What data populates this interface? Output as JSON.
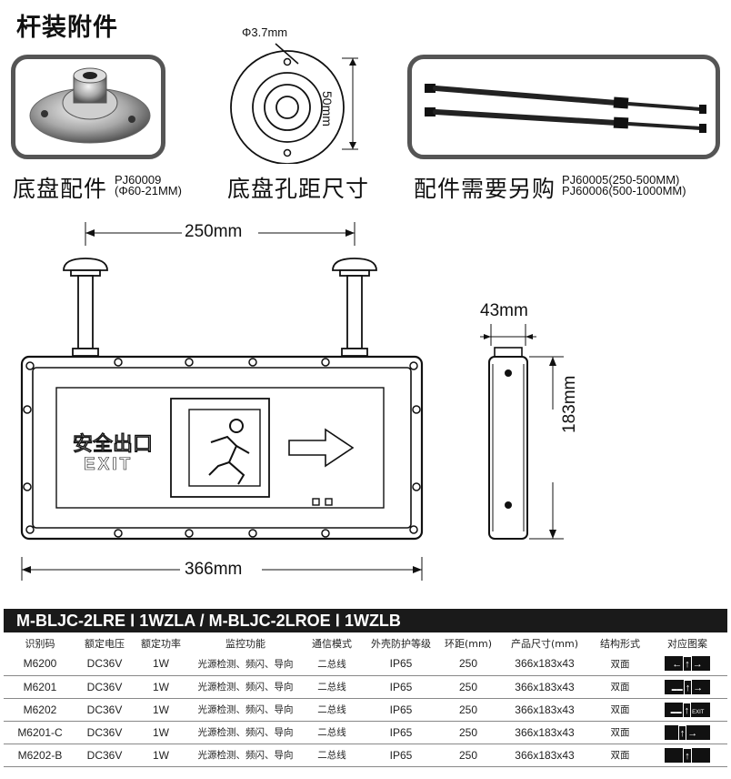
{
  "title": "杆装附件",
  "accessories": [
    {
      "caption": "底盘配件",
      "code_line1": "PJ60009",
      "code_line2": "(Φ60-21MM)"
    },
    {
      "caption": "底盘孔距尺寸",
      "hole_label": "Φ3.7mm",
      "distance_label": "50mm"
    },
    {
      "caption": "配件需要另购",
      "code_line1": "PJ60005(250-500MM)",
      "code_line2": "PJ60006(500-1000MM)"
    }
  ],
  "drawing": {
    "pitch_label": "250mm",
    "width_label": "366mm",
    "depth_label": "43mm",
    "height_label": "183mm",
    "sign_text_cn": "安全出口",
    "sign_text_en": "EXIT"
  },
  "model_title": "M-BLJC-2LRE Ⅰ 1WZLA / M-BLJC-2LROE Ⅰ 1WZLB",
  "table": {
    "headers": [
      "识别码",
      "额定电压",
      "额定功率",
      "监控功能",
      "通信模式",
      "外壳防护等级",
      "环距(mm)",
      "产品尺寸(mm)",
      "结构形式",
      "对应图案"
    ],
    "rows": [
      {
        "code": "M6200",
        "voltage": "DC36V",
        "power": "1W",
        "monitor": "光源检测、频闪、导向",
        "comm": "二总线",
        "ip": "IP65",
        "pitch": "250",
        "size": "366x183x43",
        "structure": "双面",
        "pattern_left": "←",
        "pattern_right": "→",
        "pattern_icon": "↑"
      },
      {
        "code": "M6201",
        "voltage": "DC36V",
        "power": "1W",
        "monitor": "光源检测、频闪、导向",
        "comm": "二总线",
        "ip": "IP65",
        "pitch": "250",
        "size": "366x183x43",
        "structure": "双面",
        "pattern_left": "",
        "pattern_right": "→",
        "pattern_icon": "↑"
      },
      {
        "code": "M6202",
        "voltage": "DC36V",
        "power": "1W",
        "monitor": "光源检测、频闪、导向",
        "comm": "二总线",
        "ip": "IP65",
        "pitch": "250",
        "size": "366x183x43",
        "structure": "双面",
        "pattern_left": "",
        "pattern_right": "EXIT",
        "pattern_icon": "↑"
      },
      {
        "code": "M6201-C",
        "voltage": "DC36V",
        "power": "1W",
        "monitor": "光源检测、频闪、导向",
        "comm": "二总线",
        "ip": "IP65",
        "pitch": "250",
        "size": "366x183x43",
        "structure": "双面",
        "pattern_left": "",
        "pattern_right": "→",
        "pattern_icon": "↑"
      },
      {
        "code": "M6202-B",
        "voltage": "DC36V",
        "power": "1W",
        "monitor": "光源检测、频闪、导向",
        "comm": "二总线",
        "ip": "IP65",
        "pitch": "250",
        "size": "366x183x43",
        "structure": "双面",
        "pattern_left": "",
        "pattern_right": "",
        "pattern_icon": "↑"
      }
    ]
  }
}
